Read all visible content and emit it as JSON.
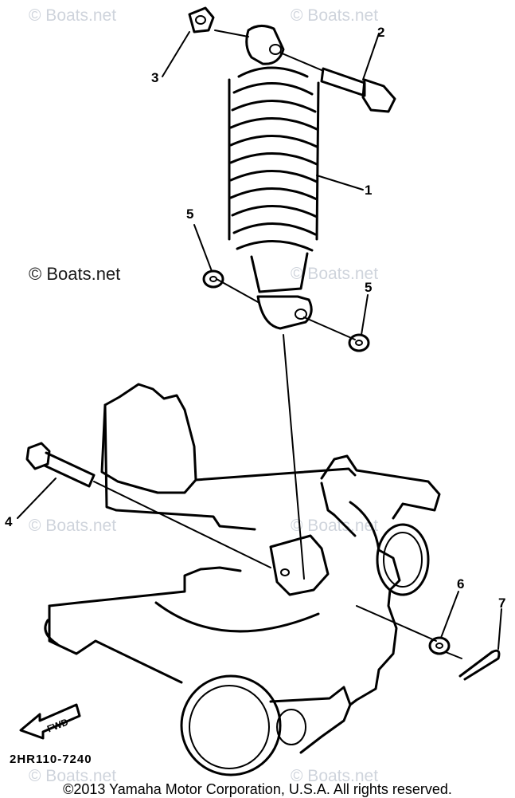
{
  "watermarks": {
    "faint": "© Boats.net",
    "bold": "© Boats.net"
  },
  "callouts": [
    "1",
    "2",
    "3",
    "4",
    "5",
    "5",
    "6",
    "7"
  ],
  "fwd_label": "FWD",
  "diagram_code": "2HR110-7240",
  "footer": "©2013 Yamaha Motor Corporation, U.S.A. All rights reserved."
}
